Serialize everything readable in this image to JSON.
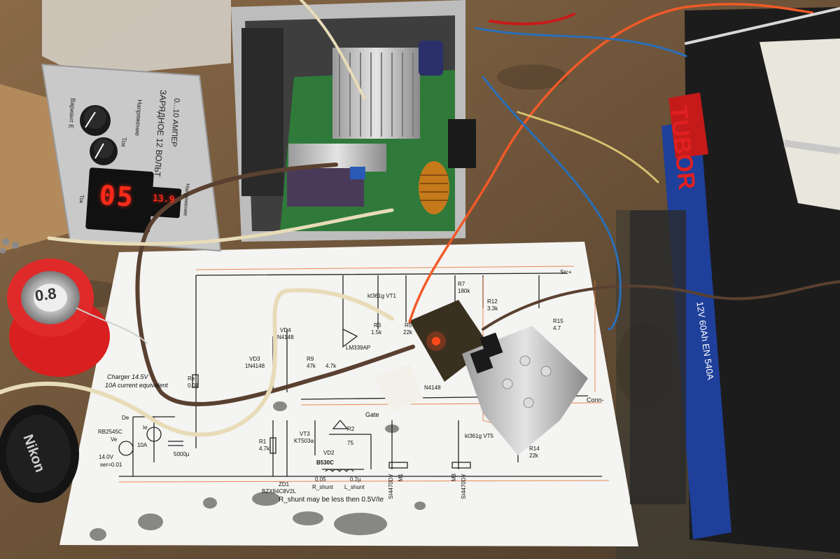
{
  "charger_panel": {
    "title": "ЗАРЯДНОЕ 12 ВОЛЬТ",
    "subtitle": "0...10 АМПЕР",
    "knob_label_variant": "Вариант Е",
    "knob_label_current": "Ток",
    "knob_label_voltage": "Напряжение",
    "ammeter_label": "Ток",
    "voltmeter_label": "Напряжение",
    "ammeter_reading": "05",
    "voltmeter_reading": "13.9"
  },
  "solder_spool": {
    "label": "0.8"
  },
  "lens_cap": {
    "brand": "Nikon"
  },
  "battery": {
    "brand_text": "TUBOR",
    "side_text": "12V 60Ah EN 540A"
  },
  "schematic": {
    "rail_label": "Src+",
    "gate_label": "Gate",
    "conn_label": "Conn-",
    "note_title": "Charger 14.5V",
    "note_sub": "10A current equivalent",
    "footnote": "R_shunt may be less then 0.5V/Ie",
    "parts": {
      "vd4": "VD4",
      "vd4_val": "N4148",
      "vd3": "VD3",
      "vd3_val": "1N4148",
      "ic": "LM339AP",
      "r9": "R9",
      "r9_val": "47k",
      "r_4k7": "4.7k",
      "r3": "R3",
      "r3_val": "1.5k",
      "r5": "R5",
      "r5_val": "22k",
      "r7": "R7",
      "r7_val": "180k",
      "r12": "R12",
      "r12_val": "3.3k",
      "r15": "R15",
      "r15_val": "4.7",
      "vt1": "kt361g VT1",
      "re": "Re",
      "re_val": "0.01",
      "de": "De",
      "ie": "Ie",
      "src_model": "RB2545C",
      "ve": "Ve",
      "i_val": "10A",
      "v_val": "14.0V",
      "ser": "ser=0.01",
      "cap": "5000µ",
      "r1": "R1",
      "r1_val": "4.7k",
      "zd1": "ZD1",
      "zd1_val": "BZX84C8V2L",
      "vt3": "VT3",
      "vt3_val": "KT503a",
      "r2": "R2",
      "r2_val": "75",
      "vd2": "VD2",
      "vd2_val": "B530C",
      "rshunt_val": "0.05",
      "rshunt": "R_shunt",
      "lshunt_val": "0.2µ",
      "lshunt": "L_shunt",
      "m1": "M1",
      "m1_val": "SI4470DY",
      "m8": "M8",
      "m8_val": "SI4470DY",
      "vt5": "kt361g VT5",
      "r14": "R14",
      "r14_val": "22k",
      "n4148": "N4148"
    }
  },
  "colors": {
    "wood": "#6b5a44",
    "paper": "#f4f4f2",
    "panel": "#c9c9c9",
    "pcb": "#2f7a3a",
    "led": "#ff2a1a",
    "battery": "#1c1c1c",
    "wire_orange": "#f05a28",
    "wire_brown": "#5a4030",
    "wire_cream": "#e8dcb8",
    "wire_blue": "#2a6fb8"
  }
}
